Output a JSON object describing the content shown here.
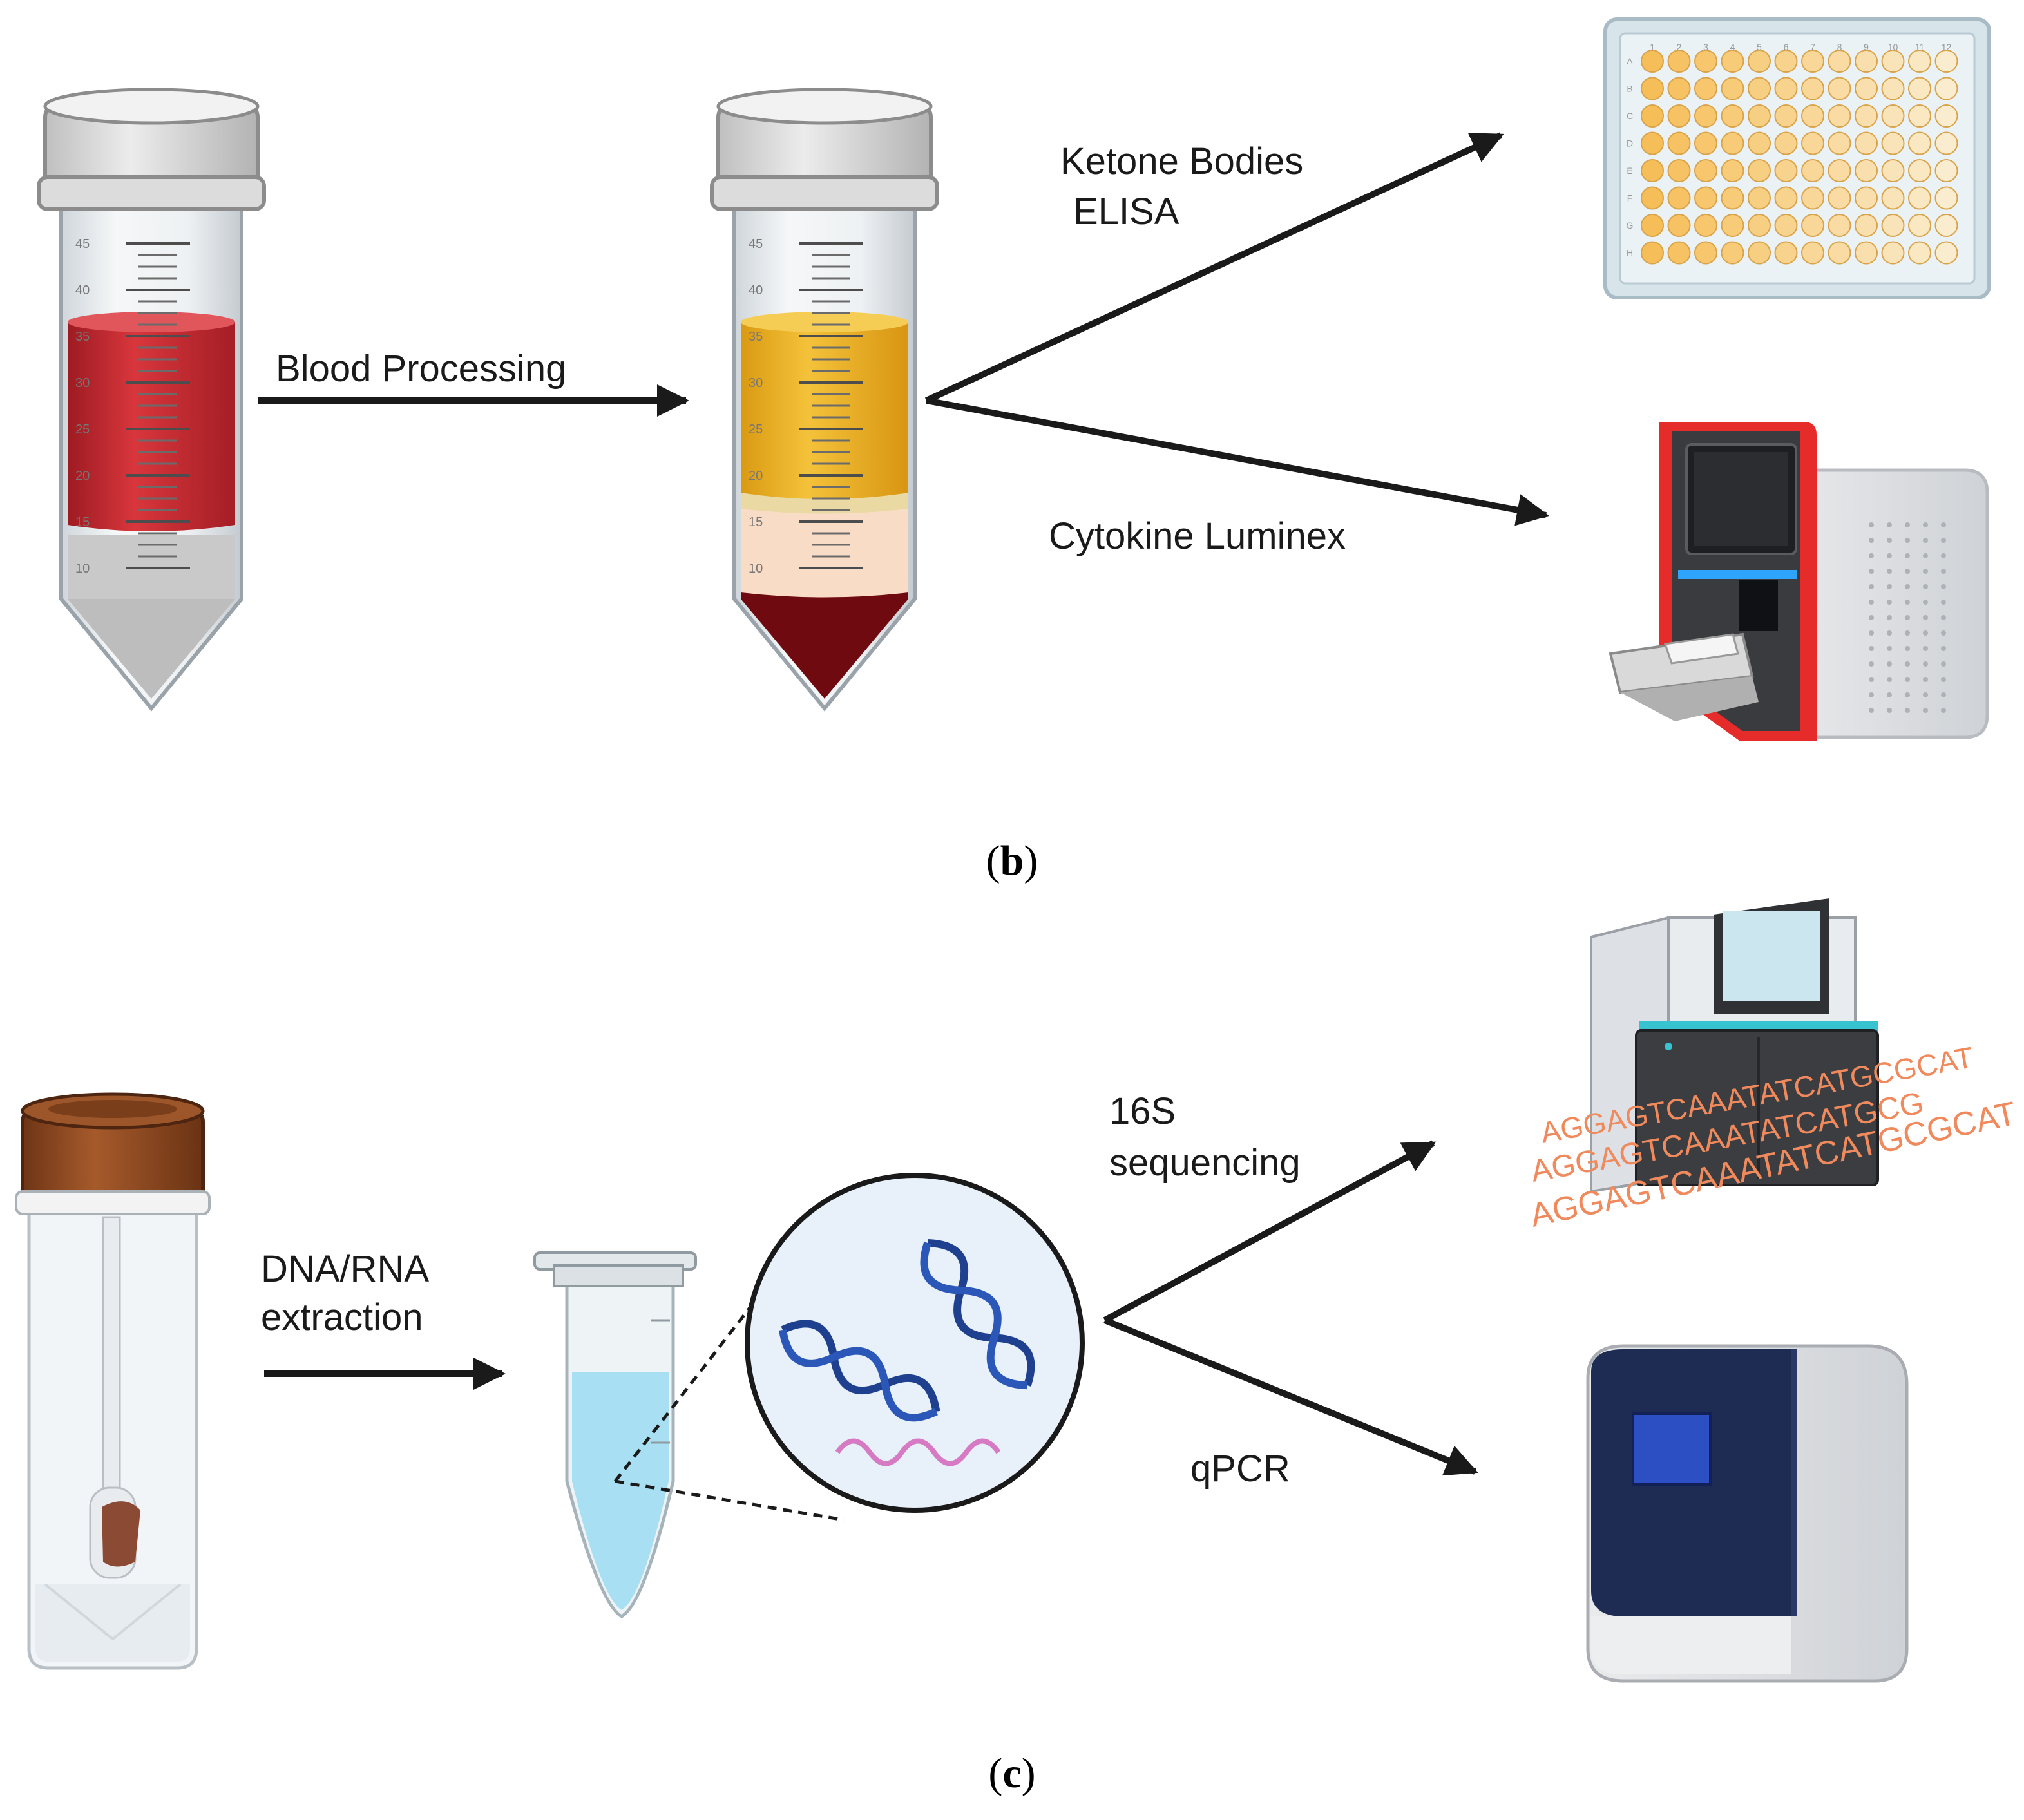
{
  "panels": {
    "b": {
      "caption_open": "(",
      "caption_letter": "b",
      "caption_close": ")",
      "step_label": "Blood Processing",
      "branch_top_line1": "Ketone Bodies",
      "branch_top_line2": "ELISA",
      "branch_bottom": "Cytokine Luminex",
      "tube_ticks": [
        "45",
        "40",
        "35",
        "30",
        "25",
        "20",
        "15",
        "10"
      ],
      "plate_columns": [
        "1",
        "2",
        "3",
        "4",
        "5",
        "6",
        "7",
        "8",
        "9",
        "10",
        "11",
        "12"
      ],
      "plate_rows": [
        "A",
        "B",
        "C",
        "D",
        "E",
        "F",
        "G",
        "H"
      ]
    },
    "c": {
      "caption_open": "(",
      "caption_letter": "c",
      "caption_close": ")",
      "step_label_line1": "DNA/RNA",
      "step_label_line2": "extraction",
      "branch_top_line1": "16S",
      "branch_top_line2": "sequencing",
      "branch_bottom": "qPCR",
      "sequence_lines": [
        "AGGAGTCAAATATCATGCGCAT",
        "AGGAGTCAAATATCATGCG",
        "AGGAGTCAAATATCATGCGCAT"
      ]
    }
  },
  "colors": {
    "blood": "#c9252c",
    "plasma": "#efb521",
    "buffy": "#f8dcc6",
    "rbc": "#6e0a10",
    "arrow": "#1a1a1a",
    "dna": "#1f3f8f",
    "rna": "#d67bc3",
    "luminex_accent": "#e62b2b",
    "fluid": "#a9dff2",
    "cap_gray": "#d9d9d9",
    "cap_brown": "#8a4a22",
    "sequence": "#f08a5d"
  }
}
